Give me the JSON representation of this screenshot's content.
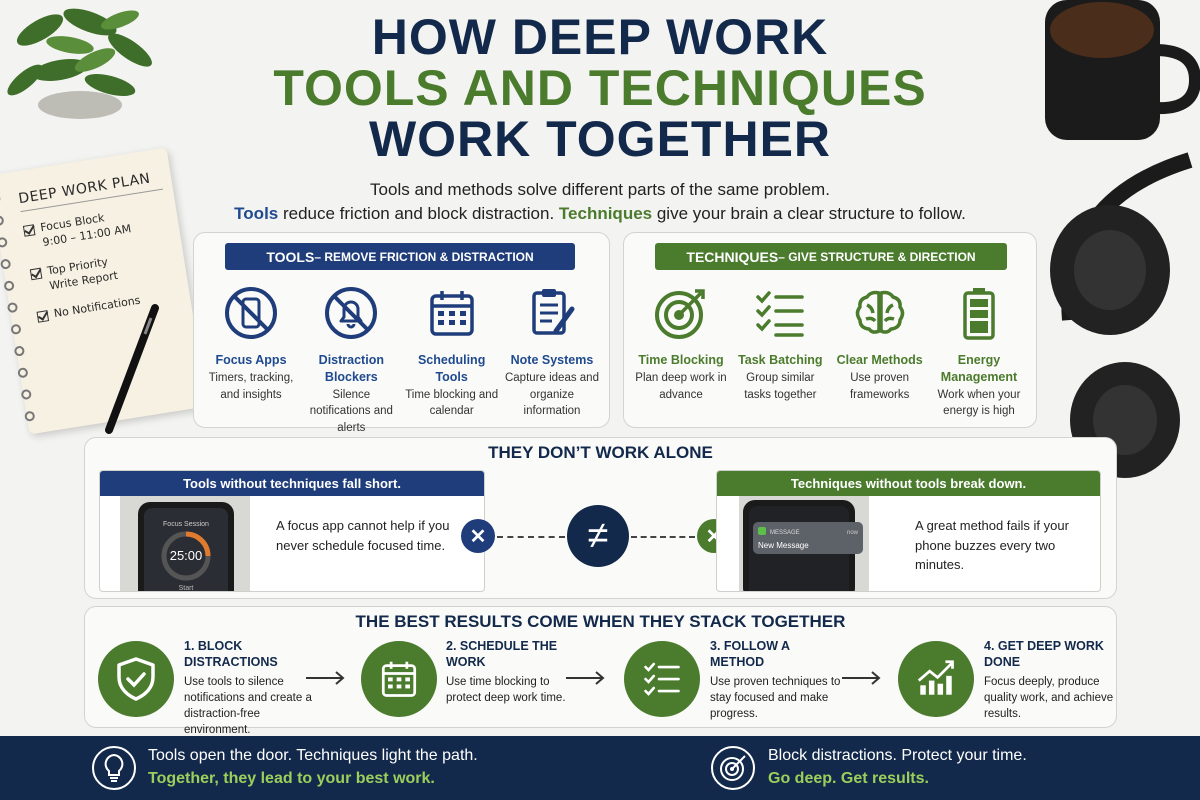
{
  "title": {
    "line1": "HOW DEEP WORK",
    "line2": "TOOLS AND TECHNIQUES",
    "line3": "WORK TOGETHER"
  },
  "subtitle": {
    "line1": "Tools and methods solve different parts of the same problem.",
    "tools_word": "Tools",
    "tools_rest": " reduce friction and block distraction. ",
    "tech_word": "Techniques",
    "tech_rest": " give your brain a clear structure to follow."
  },
  "notebook": {
    "title": "DEEP WORK PLAN",
    "items": [
      {
        "line1": "Focus Block",
        "line2": "9:00 – 11:00 AM"
      },
      {
        "line1": "Top Priority",
        "line2": "Write Report"
      },
      {
        "line1": "No Notifications",
        "line2": ""
      }
    ]
  },
  "tools": {
    "heading": "TOOLS",
    "heading_rest": " – REMOVE FRICTION & DISTRACTION",
    "cards": [
      {
        "title": "Focus Apps",
        "desc": "Timers, tracking, and insights",
        "icon": "phone-blocked-icon"
      },
      {
        "title": "Distraction Blockers",
        "desc": "Silence notifications and alerts",
        "icon": "bell-muted-icon"
      },
      {
        "title": "Scheduling Tools",
        "desc": "Time blocking and calendar",
        "icon": "calendar-icon"
      },
      {
        "title": "Note Systems",
        "desc": "Capture ideas and organize information",
        "icon": "notes-pen-icon"
      }
    ]
  },
  "techniques": {
    "heading": "TECHNIQUES",
    "heading_rest": " – GIVE STRUCTURE & DIRECTION",
    "cards": [
      {
        "title": "Time Blocking",
        "desc": "Plan deep work in advance",
        "icon": "target-icon"
      },
      {
        "title": "Task Batching",
        "desc": "Group similar tasks together",
        "icon": "checklist-icon"
      },
      {
        "title": "Clear Methods",
        "desc": "Use proven frameworks",
        "icon": "brain-icon"
      },
      {
        "title": "Energy Management",
        "desc": "Work when your energy is high",
        "icon": "battery-icon"
      }
    ]
  },
  "alone": {
    "title": "THEY DON’T WORK ALONE",
    "left_head": "Tools without techniques fall short.",
    "left_text": "A focus app cannot help if you never schedule focused time.",
    "left_phone_label": "Focus Session",
    "left_phone_time": "25:00",
    "left_phone_button": "Start",
    "right_head": "Techniques without tools break down.",
    "right_text": "A great method fails if your phone buzzes every two minutes.",
    "right_phone_app": "MESSAGE",
    "right_phone_when": "now",
    "right_phone_msg": "New Message",
    "x_symbol": "✕",
    "neq_symbol": "≠"
  },
  "stack": {
    "title": "THE BEST RESULTS COME WHEN THEY STACK TOGETHER",
    "steps": [
      {
        "title": "1. BLOCK DISTRACTIONS",
        "desc": "Use tools to silence notifications and create a distraction-free environment.",
        "icon": "shield-check-icon"
      },
      {
        "title": "2. SCHEDULE THE WORK",
        "desc": "Use time blocking to protect deep work time.",
        "icon": "calendar-icon"
      },
      {
        "title": "3. FOLLOW A METHOD",
        "desc": "Use proven techniques to stay focused and make progress.",
        "icon": "checklist-icon"
      },
      {
        "title": "4. GET DEEP WORK DONE",
        "desc": "Focus deeply, produce quality work, and achieve results.",
        "icon": "growth-chart-icon"
      }
    ]
  },
  "footer": {
    "left_line1": "Tools open the door. Techniques light the path.",
    "left_line2": "Together, they lead to your best work.",
    "right_line1": "Block distractions. Protect your time.",
    "right_line2": "Go deep. Get results."
  },
  "colors": {
    "navy": "#13294b",
    "blue": "#1f3d7a",
    "green": "#4b7b2c",
    "lime": "#9bcf5b"
  }
}
